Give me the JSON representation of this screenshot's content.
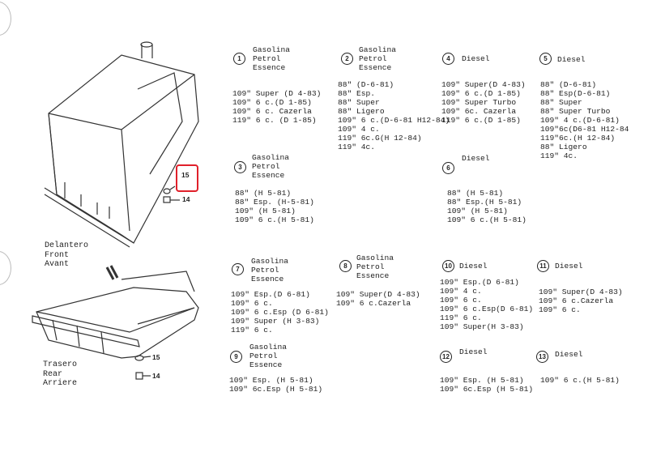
{
  "drawing": {
    "front_label": [
      "Delantero",
      "Front",
      "Avant"
    ],
    "rear_label": [
      "Trasero",
      "Rear",
      "Arriere"
    ],
    "callouts": {
      "washer": "15",
      "nut": "14"
    },
    "highlight_color": "#e0202a"
  },
  "sections": [
    {
      "num": "1",
      "header": [
        "Gasolina",
        "Petrol",
        "Essence"
      ],
      "lines": [
        "109\" Super (D 4-83)",
        "109\" 6 c.(D 1-85)",
        "109\" 6 c. Cazerla",
        "119\" 6 c. (D 1-85)"
      ]
    },
    {
      "num": "2",
      "header": [
        "Gasolina",
        "Petrol",
        "Essence"
      ],
      "lines": [
        "88\" (D-6-81)",
        "88\" Esp.",
        "88\" Super",
        "88\" Ligero",
        "109\" 6 c.(D-6-81 H12-84)",
        "109\" 4 c.",
        "119\" 6c.G(H 12-84)",
        "119\" 4c."
      ]
    },
    {
      "num": "3",
      "header": [
        "Gasolina",
        "Petrol",
        "Essence"
      ],
      "lines": [
        "88\" (H 5-81)",
        "88\" Esp. (H-5-81)",
        "109\" (H 5-81)",
        "109\" 6 c.(H 5-81)"
      ]
    },
    {
      "num": "4",
      "header": [
        "Diesel"
      ],
      "lines": [
        "109\" Super(D 4-83)",
        "109\" 6 c.(D 1-85)",
        "109\" Super Turbo",
        "109\" 6c. Cazerla",
        "119\" 6 c.(D 1-85)"
      ]
    },
    {
      "num": "5",
      "header": [
        "Diesel"
      ],
      "lines": [
        "88\" (D-6-81)",
        "88\" Esp(D-6-81)",
        "88\" Super",
        "88\" Super Turbo",
        "109\" 4 c.(D-6-81)",
        "109\"6c(D6-81 H12-84",
        "119\"6c.(H 12-84)",
        "88\" Ligero",
        "119\" 4c."
      ]
    },
    {
      "num": "6",
      "header": [
        "Diesel"
      ],
      "lines": [
        "88\" (H 5-81)",
        "88\" Esp.(H 5-81)",
        "109\" (H 5-81)",
        "109\" 6 c.(H 5-81)"
      ]
    },
    {
      "num": "7",
      "header": [
        "Gasolina",
        "Petrol",
        "Essence"
      ],
      "lines": [
        "109\" Esp.(D 6-81)",
        "109\" 6 c.",
        "109\" 6 c.Esp (D 6-81)",
        "109\" Super (H 3-83)",
        "119\" 6 c."
      ]
    },
    {
      "num": "8",
      "header": [
        "Gasolina",
        "Petrol",
        "Essence"
      ],
      "lines": [
        "109\" Super(D 4-83)",
        "109\" 6 c.Cazerla"
      ]
    },
    {
      "num": "9",
      "header": [
        "Gasolina",
        "Petrol",
        "Essence"
      ],
      "lines": [
        "109\" Esp. (H 5-81)",
        "109\" 6c.Esp (H 5-81)"
      ]
    },
    {
      "num": "10",
      "header": [
        "Diesel"
      ],
      "lines": [
        "109\" Esp.(D 6-81)",
        "109\" 4 c.",
        "109\" 6 c.",
        "109\" 6 c.Esp(D 6-81)",
        "119\" 6 c.",
        "109\" Super(H 3-83)"
      ]
    },
    {
      "num": "11",
      "header": [
        "Diesel"
      ],
      "lines": [
        "109\" Super(D 4-83)",
        "109\" 6 c.Cazerla",
        "109\" 6 c."
      ]
    },
    {
      "num": "12",
      "header": [
        "Diesel"
      ],
      "lines": [
        "109\" Esp. (H 5-81)",
        "109\" 6c.Esp (H 5-81)"
      ]
    },
    {
      "num": "13",
      "header": [
        "Diesel"
      ],
      "lines": [
        "109\" 6 c.(H 5-81)"
      ]
    }
  ]
}
